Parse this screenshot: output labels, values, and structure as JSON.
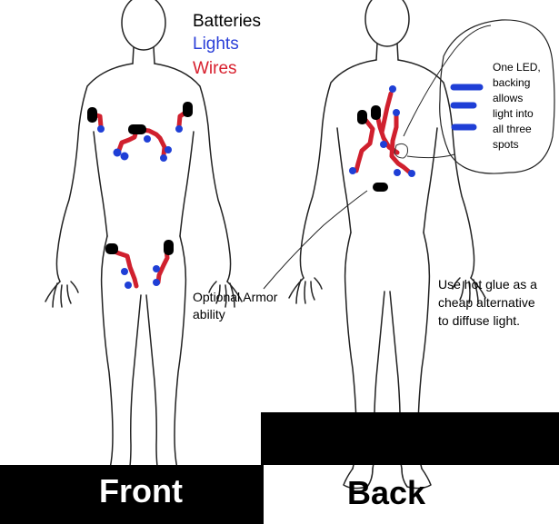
{
  "legend": {
    "batteries": "Batteries",
    "lights": "Lights",
    "wires": "Wires"
  },
  "annotations": {
    "led_line1": "One LED,",
    "led_line2": "backing",
    "led_line3": "allows",
    "led_line4": "light into",
    "led_line5": "all three",
    "led_line6": "spots",
    "armor_line1": "Optional Armor",
    "armor_line2": "ability",
    "glue_line1": "Use hot glue as a",
    "glue_line2": "cheap alternative",
    "glue_line3": "to diffuse light."
  },
  "labels": {
    "front": "Front",
    "back": "Back"
  },
  "colors": {
    "battery": "#000000",
    "light": "#1f3fd6",
    "wire": "#d0202e",
    "legend_batteries": "#000000",
    "legend_lights": "#2b3fd8",
    "legend_wires": "#d8202e",
    "bar": "#000000",
    "label_text_front": "#ffffff",
    "label_text_back": "#000000"
  }
}
